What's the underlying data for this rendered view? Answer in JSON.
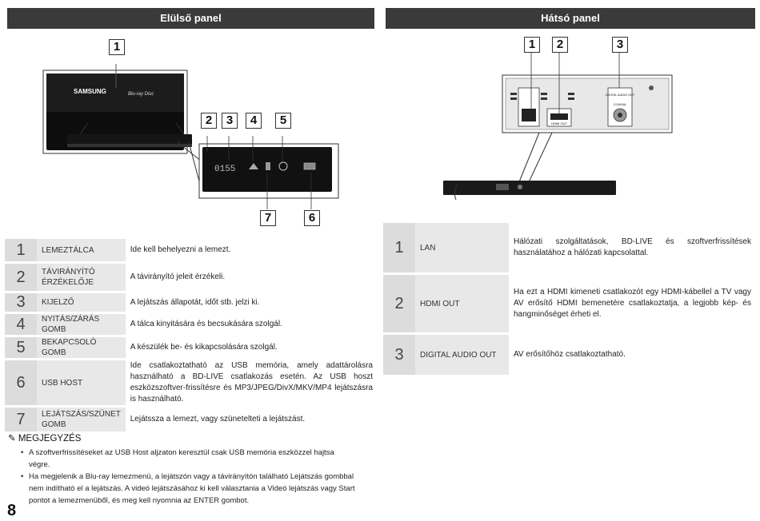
{
  "front_panel": {
    "title": "Elülső panel",
    "brand": "SAMSUNG",
    "bluray": "Blu-ray Disc",
    "display_text": "0155",
    "callouts": [
      "1",
      "2",
      "3",
      "4",
      "5",
      "6",
      "7"
    ],
    "rows": [
      {
        "num": "1",
        "name": "LEMEZTÁLCA",
        "desc": "Ide kell behelyezni a lemezt."
      },
      {
        "num": "2",
        "name": "TÁVIRÁNYÍTÓ ÉRZÉKELŐJE",
        "desc": "A távirányító jeleit érzékeli."
      },
      {
        "num": "3",
        "name": "KIJELZŐ",
        "desc": "A lejátszás állapotát, időt stb. jelzi ki."
      },
      {
        "num": "4",
        "name": "NYITÁS/ZÁRÁS GOMB",
        "desc": "A tálca kinyitására és becsukására szolgál."
      },
      {
        "num": "5",
        "name": "BEKAPCSOLÓ GOMB",
        "desc": "A készülék be- és kikapcsolására szolgál."
      },
      {
        "num": "6",
        "name": "USB HOST",
        "desc": "Ide csatlakoztatható az USB memória, amely adattárolásra használható a BD-LIVE csatlakozás esetén. Az USB hoszt eszközszoftver-frissítésre és MP3/JPEG/DivX/MKV/MP4 lejátszásra is használható."
      },
      {
        "num": "7",
        "name": "LEJÁTSZÁS/SZÜNET GOMB",
        "desc": "Lejátssza a lemezt, vagy szünetelteti a lejátszást."
      }
    ]
  },
  "rear_panel": {
    "title": "Hátsó panel",
    "callouts": [
      "1",
      "2",
      "3"
    ],
    "labels": {
      "lan": "LAN",
      "hdmi": "HDMI OUT",
      "digital": "DIGITAL AUDIO OUT",
      "coaxial": "COAXIAL"
    },
    "rows": [
      {
        "num": "1",
        "name": "LAN",
        "desc": "Hálózati szolgáltatások, BD-LIVE és szoftverfrissítések használatához a hálózati kapcsolattal."
      },
      {
        "num": "2",
        "name": "HDMI OUT",
        "desc": "Ha ezt a HDMI kimeneti csatlakozót egy HDMI-kábellel a TV vagy AV erősítő HDMI bemenetére csatlakoztatja, a legjobb kép- és hangminőséget érheti el."
      },
      {
        "num": "3",
        "name": "DIGITAL AUDIO OUT",
        "desc": "AV erősítőhöz csatlakoztatható."
      }
    ]
  },
  "notes": {
    "title": "MEGJEGYZÉS",
    "items": [
      "A szoftverfrissítéseket az USB Host aljzaton keresztül csak USB memória eszközzel hajtsa végre.",
      "Ha megjelenik a Blu-ray lemezmenü, a lejátszón vagy a távirányítón található Lejátszás gombbal nem indítható el a lejátszás. A videó lejátszásához ki kell választania a Videó lejátszás vagy Start pontot a lemezmenüből, és meg kell nyomnia az ENTER gombot."
    ]
  },
  "page_number": "8"
}
